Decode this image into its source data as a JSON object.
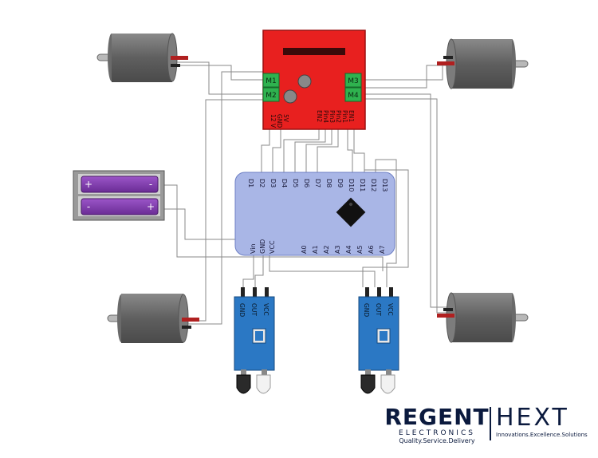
{
  "driver": {
    "ports": [
      "M1",
      "M2",
      "M3",
      "M4"
    ],
    "pins": [
      "12 V",
      "GND",
      "5V",
      "EN2",
      "Pin4",
      "Pin3",
      "Pin2",
      "Pin1",
      "EN1"
    ]
  },
  "arduino": {
    "digital_pins": [
      "D1",
      "D2",
      "D3",
      "D4",
      "D5",
      "D6",
      "D7",
      "D8",
      "D9",
      "D10",
      "D11",
      "D12",
      "D13"
    ],
    "power_pins": [
      "Vin",
      "GND",
      "VCC"
    ],
    "analog_pins": [
      "A0",
      "A1",
      "A2",
      "A3",
      "A4",
      "A5",
      "A6",
      "A7"
    ]
  },
  "battery": {
    "plus": "+",
    "minus": "-"
  },
  "sensor": {
    "pins": [
      "GND",
      "OUT",
      "VCC"
    ]
  },
  "logo": {
    "regent": "REGENT",
    "electronics": "ELECTRONICS",
    "regent_tagline": "Quality.Service.Delivery",
    "hext": "HEXT",
    "hext_tagline": "Innovations.Excellence.Solutions"
  },
  "colors": {
    "driver": "#e8201f",
    "terminal": "#2fb24f",
    "arduino": "#a9b6e6",
    "battery": "#7a3aa8",
    "sensor": "#2b78c4",
    "motor": "#6b6b6b"
  }
}
